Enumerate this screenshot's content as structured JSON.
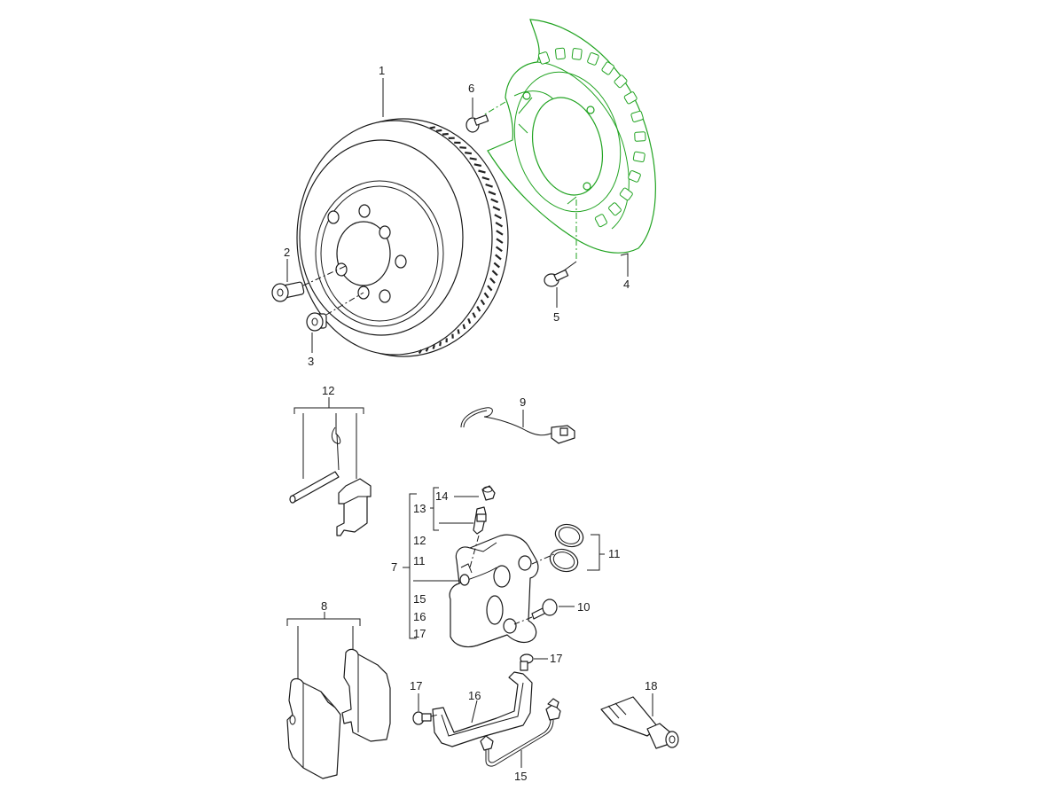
{
  "diagram": {
    "type": "exploded-parts-view",
    "highlight_color": "#21a321",
    "highlighted_part": "4",
    "labels": {
      "p1": "1",
      "p2": "2",
      "p3": "3",
      "p4": "4",
      "p5": "5",
      "p6": "6",
      "p7": "7",
      "p8": "8",
      "p9": "9",
      "p10": "10",
      "p11": "11",
      "p12": "12",
      "p14": "14",
      "p15": "15",
      "p16": "16",
      "p17": "17",
      "p18": "18",
      "g13": "13",
      "g12": "12",
      "g11": "11",
      "g15": "15",
      "g16": "16",
      "g17": "17"
    }
  }
}
